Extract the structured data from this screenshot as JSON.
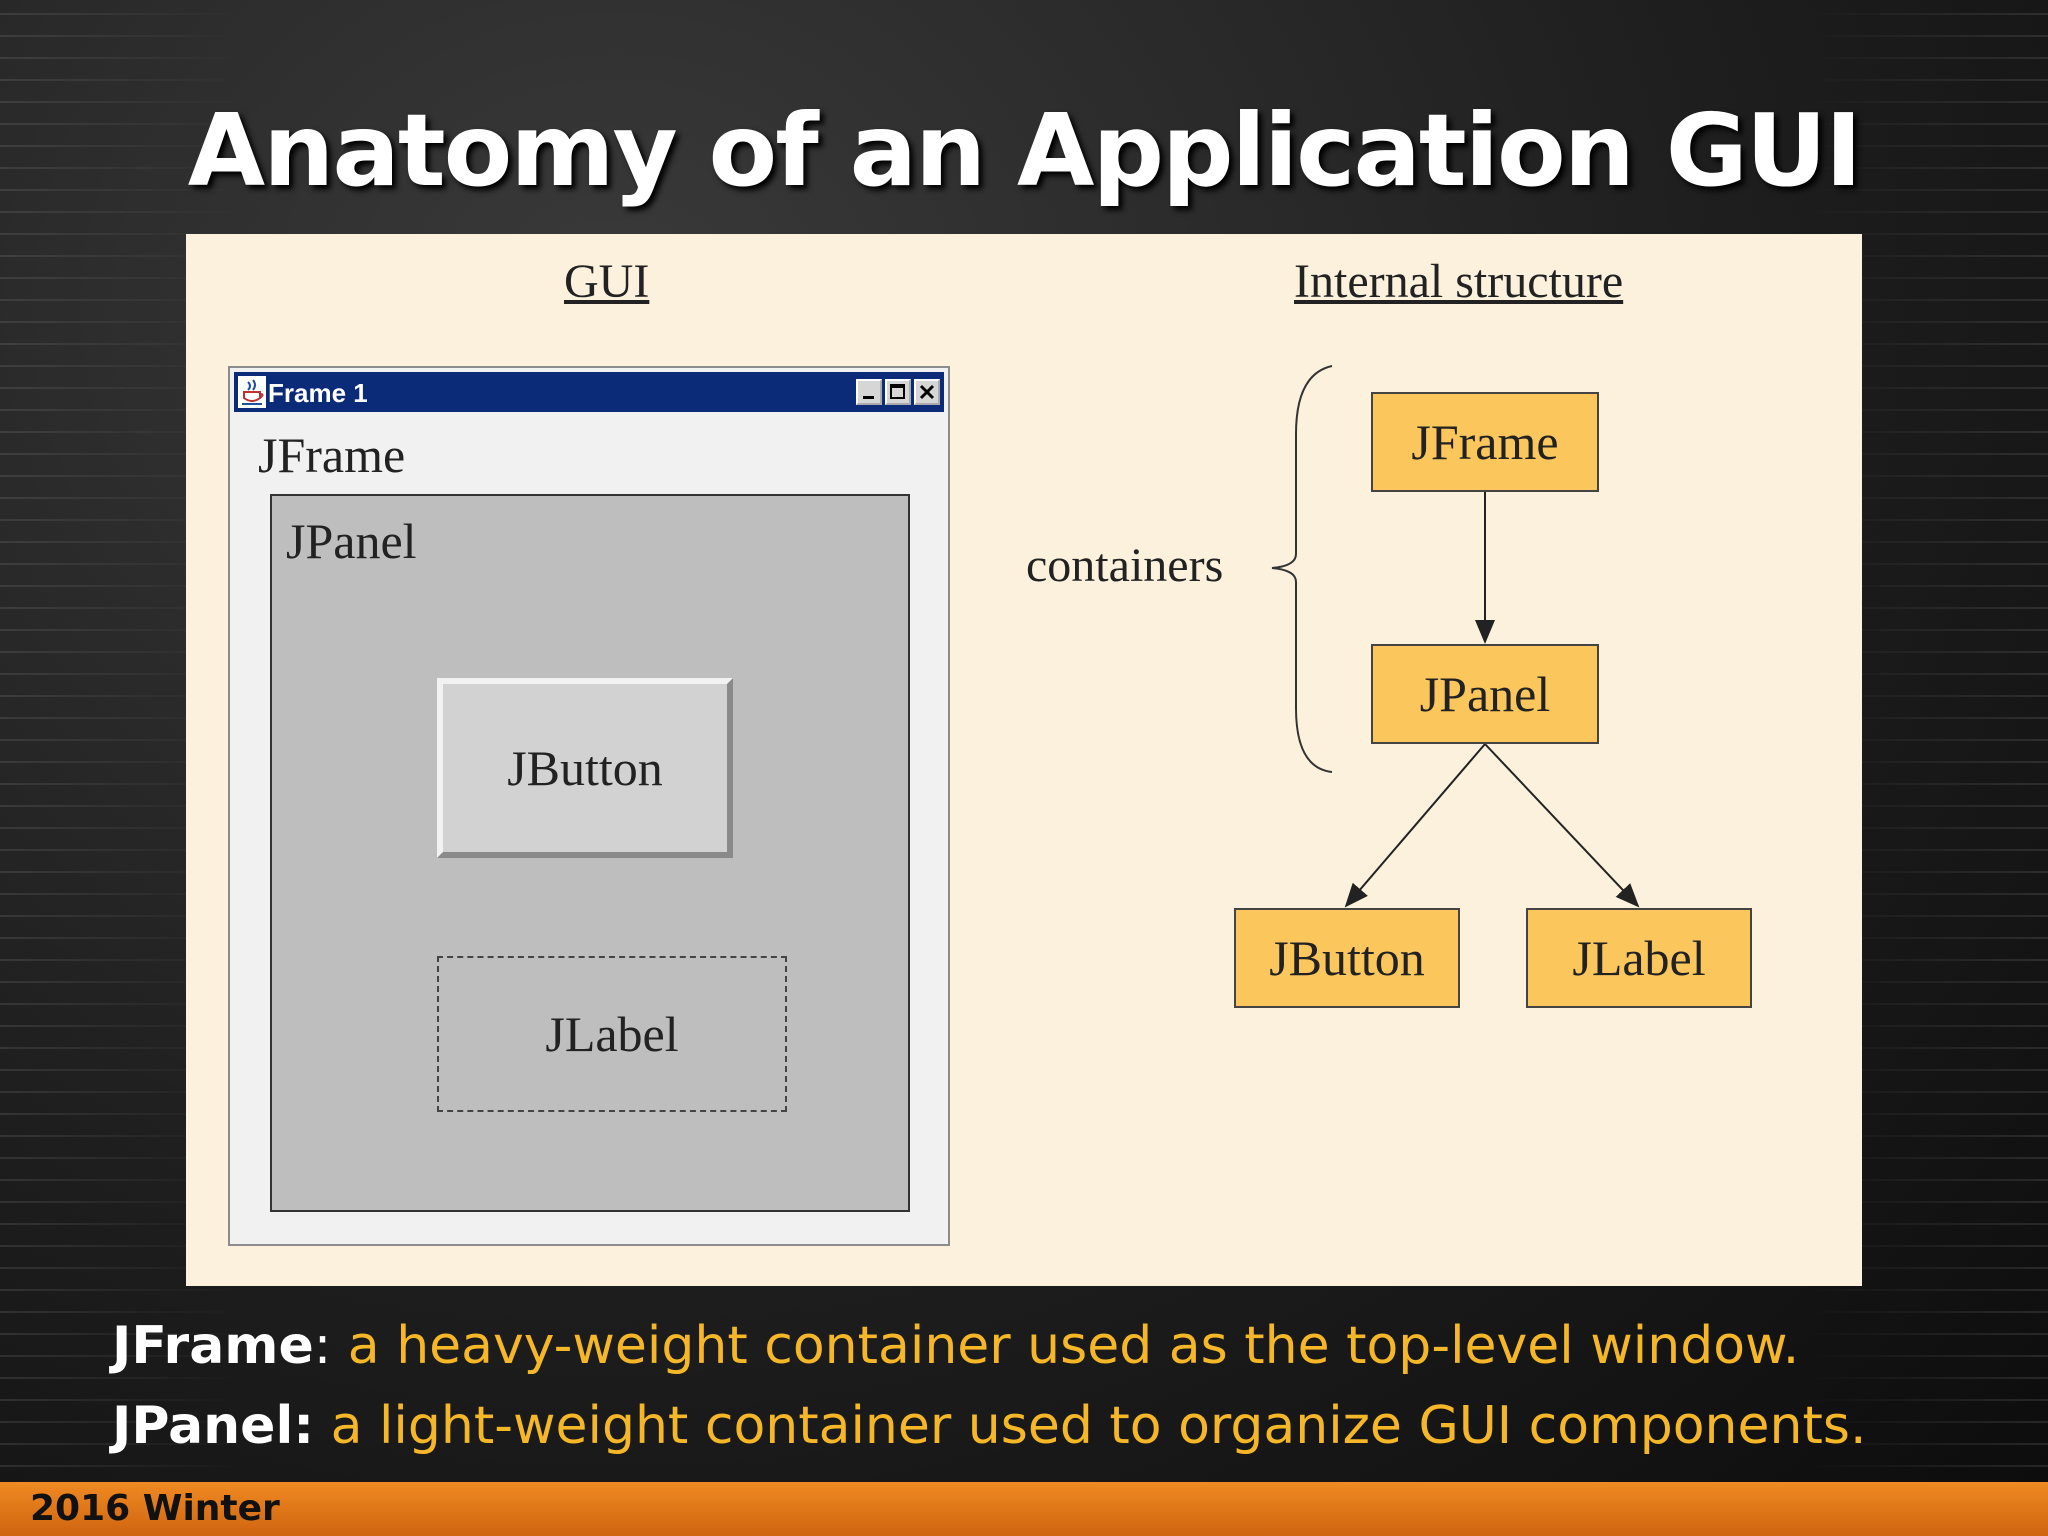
{
  "slide": {
    "title": "Anatomy of an Application GUI"
  },
  "figure": {
    "gui_caption": "GUI",
    "structure_caption": "Internal structure",
    "window": {
      "title": "Frame 1",
      "frame_label": "JFrame",
      "panel_label": "JPanel",
      "button_label": "JButton",
      "label_label": "JLabel"
    },
    "tree": {
      "containers_label": "containers",
      "nodes": [
        "JFrame",
        "JPanel",
        "JButton",
        "JLabel"
      ],
      "node_color": "#fbc65c"
    }
  },
  "bullets": [
    {
      "term": "JFrame",
      "sep": ": ",
      "text": "a heavy-weight container used as the top-level window."
    },
    {
      "term": "JPanel:",
      "sep": " ",
      "text": "a light-weight container used to organize GUI components."
    }
  ],
  "footer": {
    "text": "2016 Winter",
    "color": "#f08a22"
  }
}
